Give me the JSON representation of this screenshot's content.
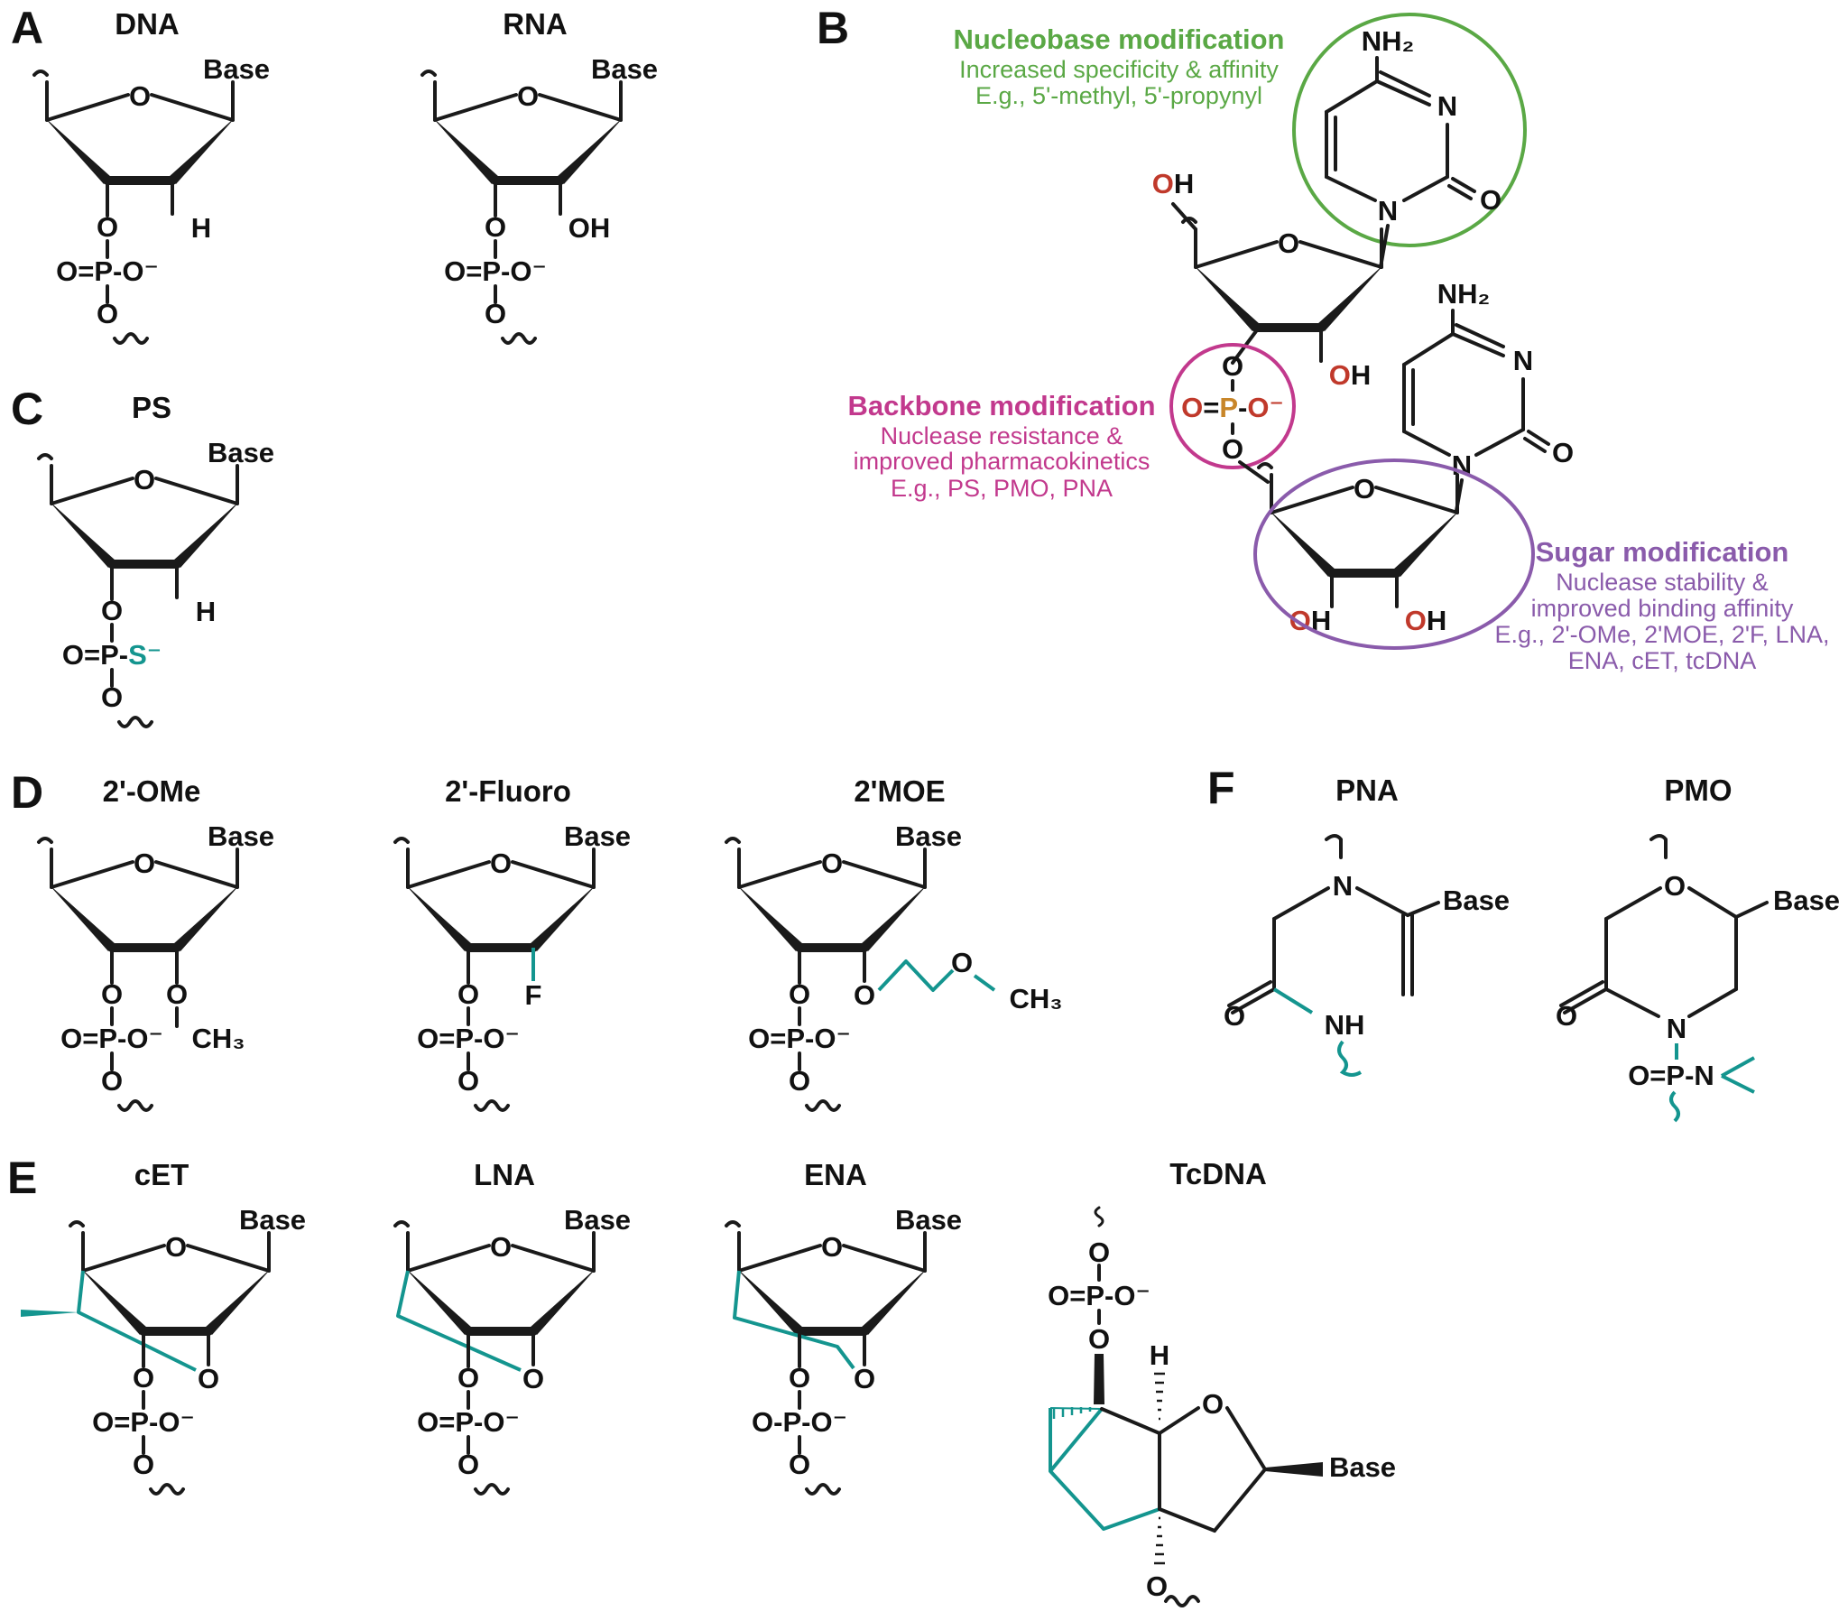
{
  "colors": {
    "ink": "#1a1a1a",
    "teal": "#14958f",
    "green": "#5aa845",
    "magenta": "#c2398d",
    "purple": "#8a5bab",
    "red_o": "#c0392b",
    "blue_n": "#2f7fc1",
    "phosphorus": "#c8862a"
  },
  "panels": {
    "A": {
      "letter": "A",
      "dna": {
        "title": "DNA",
        "base": "Base",
        "ring_o": "O",
        "sub": "H",
        "p1": "O",
        "p2": "O=P-O⁻",
        "p3": "O"
      },
      "rna": {
        "title": "RNA",
        "base": "Base",
        "ring_o": "O",
        "sub": "OH",
        "p1": "O",
        "p2": "O=P-O⁻",
        "p3": "O"
      }
    },
    "B": {
      "letter": "B",
      "nucleobase": {
        "title": "Nucleobase modification",
        "lines": [
          "Increased specificity & affinity",
          "E.g., 5'-methyl, 5'-propynyl"
        ]
      },
      "backbone": {
        "title": "Backbone modification",
        "lines": [
          "Nuclease resistance &",
          "improved pharmacokinetics",
          "E.g., PS, PMO, PNA"
        ]
      },
      "sugar": {
        "title": "Sugar modification",
        "lines": [
          "Nuclease stability &",
          "improved binding affinity",
          "E.g., 2'-OMe, 2'MOE, 2'F, LNA,",
          "ENA, cET, tcDNA"
        ]
      },
      "atoms": {
        "nh2": "NH₂",
        "n": "N",
        "o": "O",
        "oh": "OH",
        "p": "P",
        "om": "O⁻",
        "eq": "=",
        "dash": "-"
      }
    },
    "C": {
      "letter": "C",
      "title": "PS",
      "base": "Base",
      "ring_o": "O",
      "sub": "H",
      "p1": "O",
      "p2a": "O=P-",
      "p2b": "S⁻",
      "p3": "O"
    },
    "D": {
      "letter": "D",
      "ome": {
        "title": "2'-OMe",
        "base": "Base",
        "ring_o": "O",
        "sub_o": "O",
        "sub_ch3": "CH₃",
        "p1": "O",
        "p2": "O=P-O⁻",
        "p3": "O"
      },
      "fluoro": {
        "title": "2'-Fluoro",
        "base": "Base",
        "ring_o": "O",
        "sub": "F",
        "p1": "O",
        "p2": "O=P-O⁻",
        "p3": "O"
      },
      "moe": {
        "title": "2'MOE",
        "base": "Base",
        "ring_o": "O",
        "sub_o": "O",
        "chain_o": "O",
        "sub_ch3": "CH₃",
        "p1": "O",
        "p2": "O=P-O⁻",
        "p3": "O"
      }
    },
    "E": {
      "letter": "E",
      "cet": {
        "title": "cET",
        "base": "Base",
        "ring_o": "O",
        "bridge_o": "O",
        "p1": "O",
        "p2": "O=P-O⁻",
        "p3": "O"
      },
      "lna": {
        "title": "LNA",
        "base": "Base",
        "ring_o": "O",
        "bridge_o": "O",
        "p1": "O",
        "p2": "O=P-O⁻",
        "p3": "O"
      },
      "ena": {
        "title": "ENA",
        "base": "Base",
        "ring_o": "O",
        "bridge_o": "O",
        "p1": "O",
        "p2": "O-P-O⁻",
        "p3": "O"
      },
      "tcdna": {
        "title": "TcDNA",
        "base": "Base",
        "ring_o": "O",
        "h": "H",
        "p1": "O",
        "p2": "O=P-O⁻",
        "p3": "O",
        "bottom_o": "O"
      }
    },
    "F": {
      "letter": "F",
      "pna": {
        "title": "PNA",
        "n": "N",
        "base": "Base",
        "o": "O",
        "nh": "NH"
      },
      "pmo": {
        "title": "PMO",
        "o_ring": "O",
        "base": "Base",
        "o": "O",
        "n": "N",
        "pn": "O=P-N"
      }
    }
  }
}
